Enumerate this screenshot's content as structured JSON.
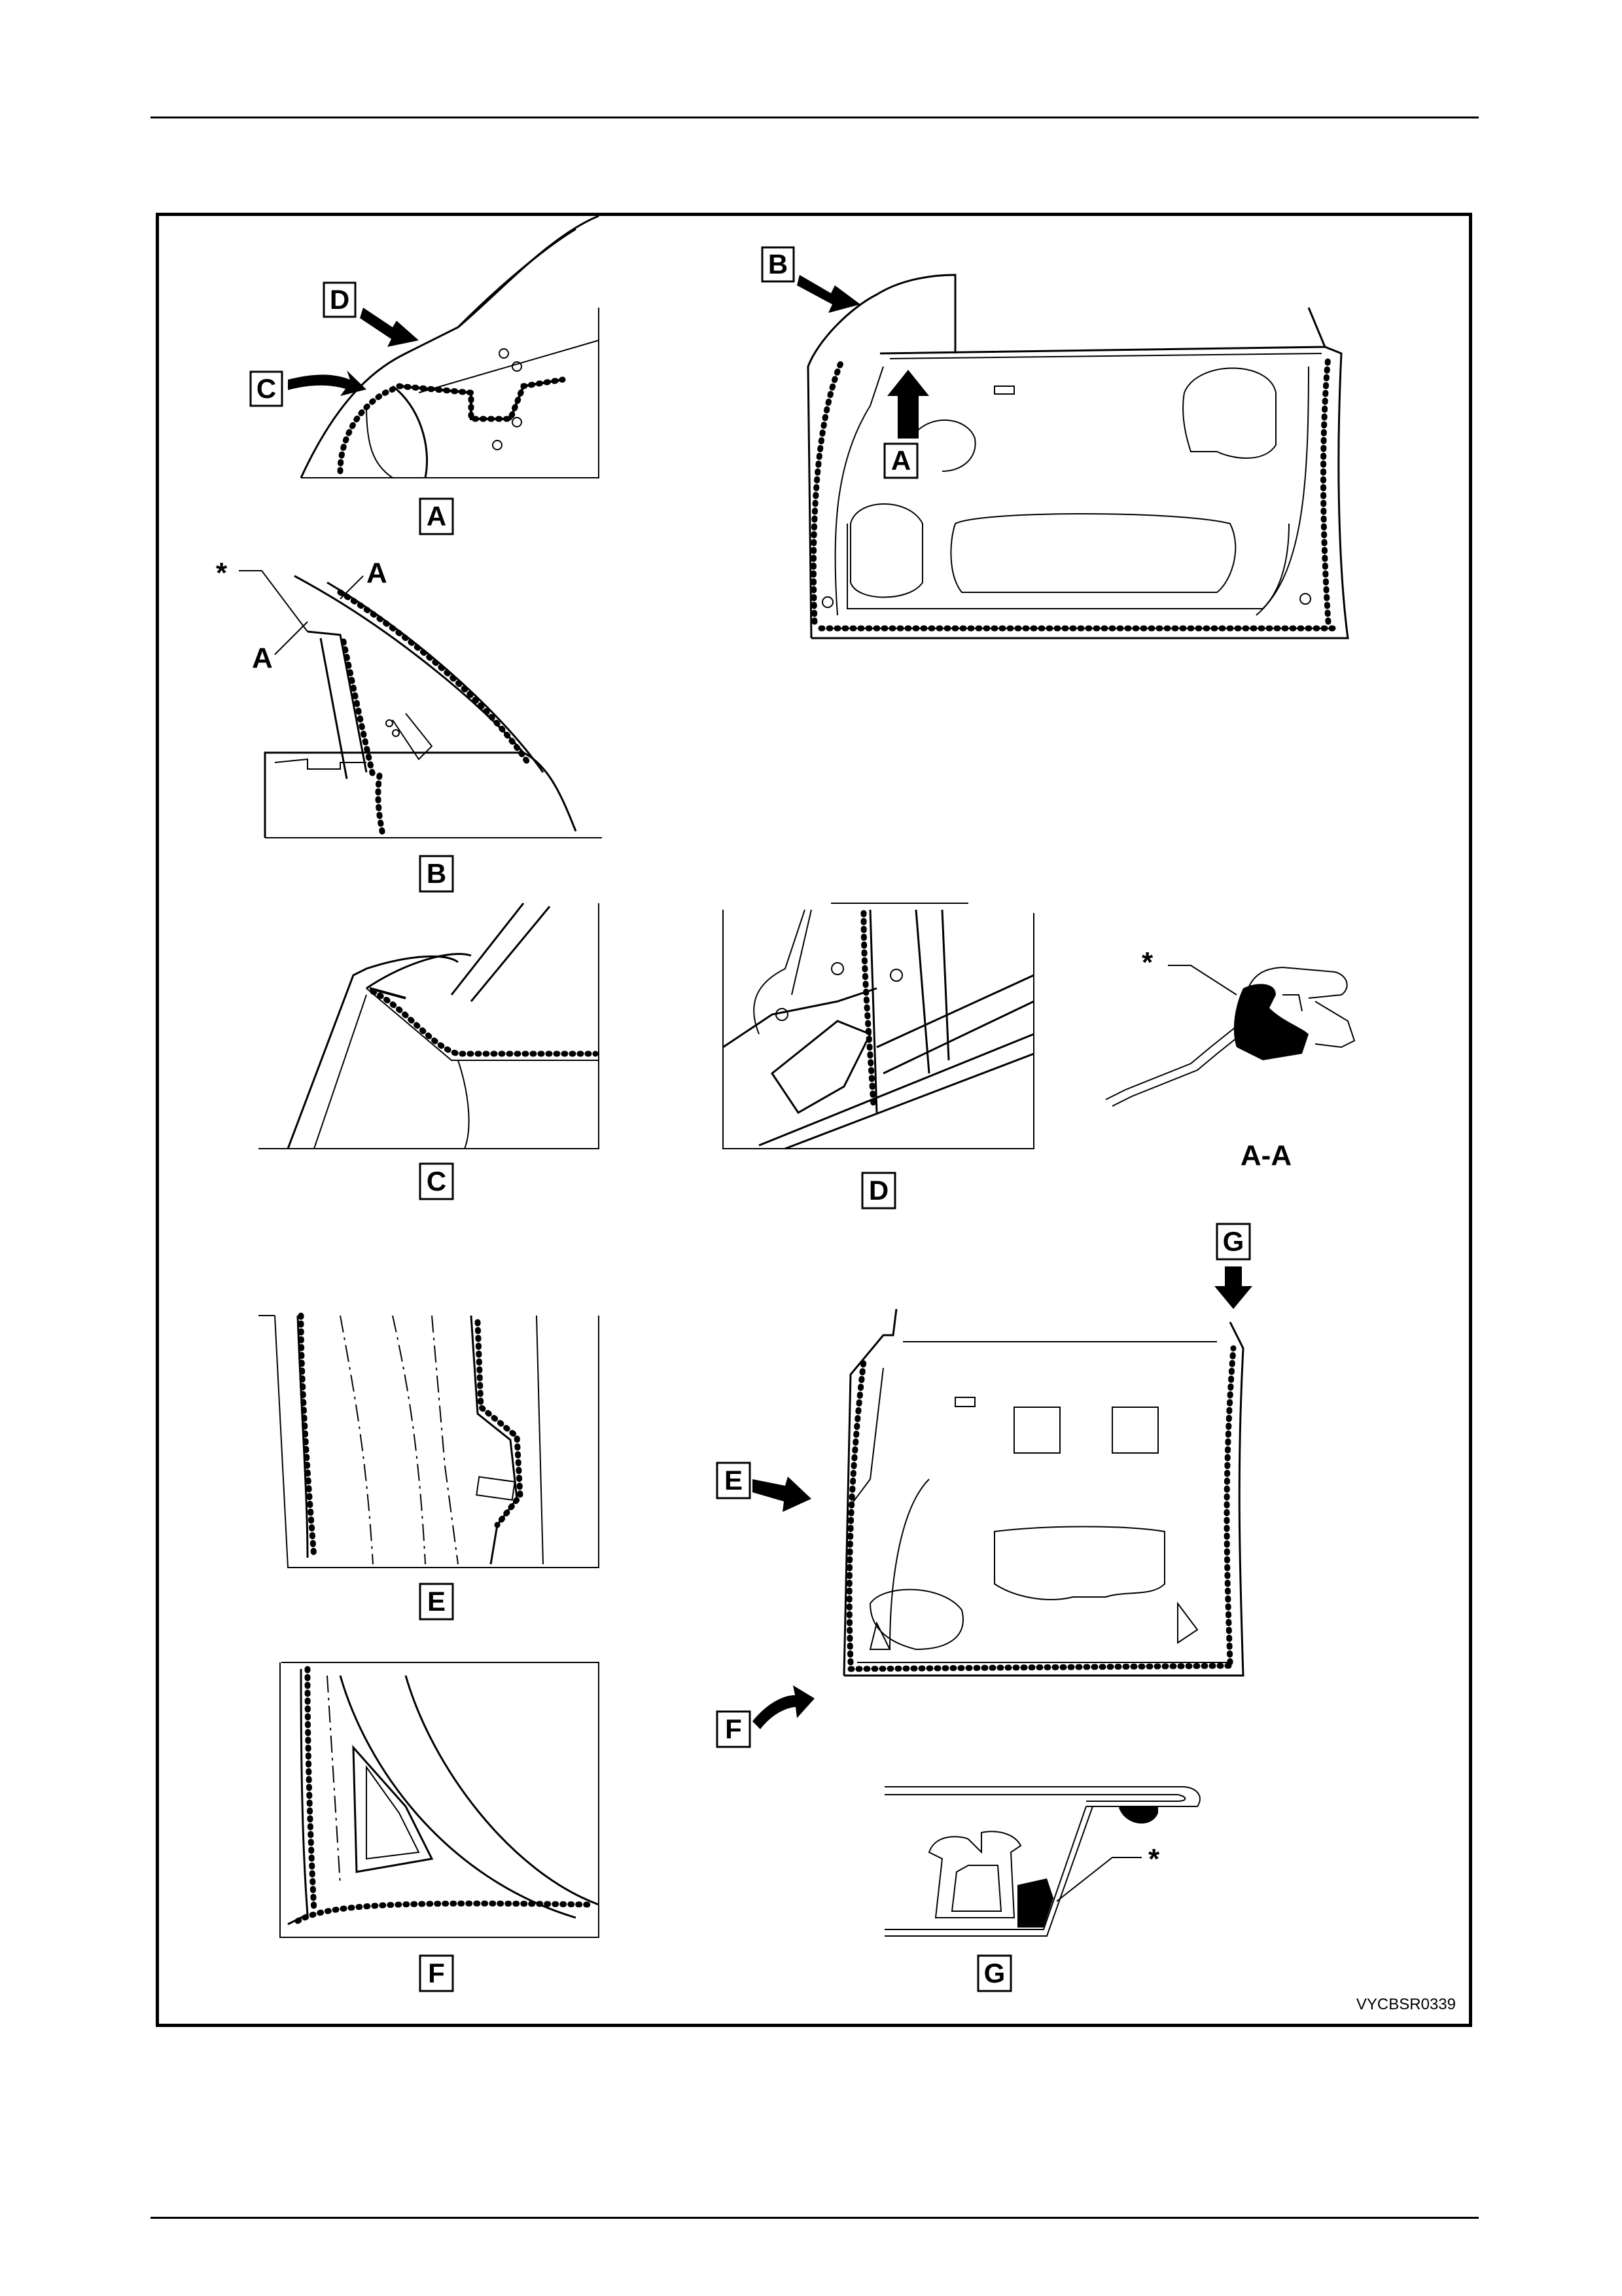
{
  "labels": {
    "view_a": "A",
    "view_b": "B",
    "view_c": "C",
    "view_d": "D",
    "view_e": "E",
    "view_f": "F",
    "view_g": "G",
    "section": "A-A",
    "asterisk": "*",
    "section_mark": "A"
  },
  "image_code": "VYCBSR0339"
}
